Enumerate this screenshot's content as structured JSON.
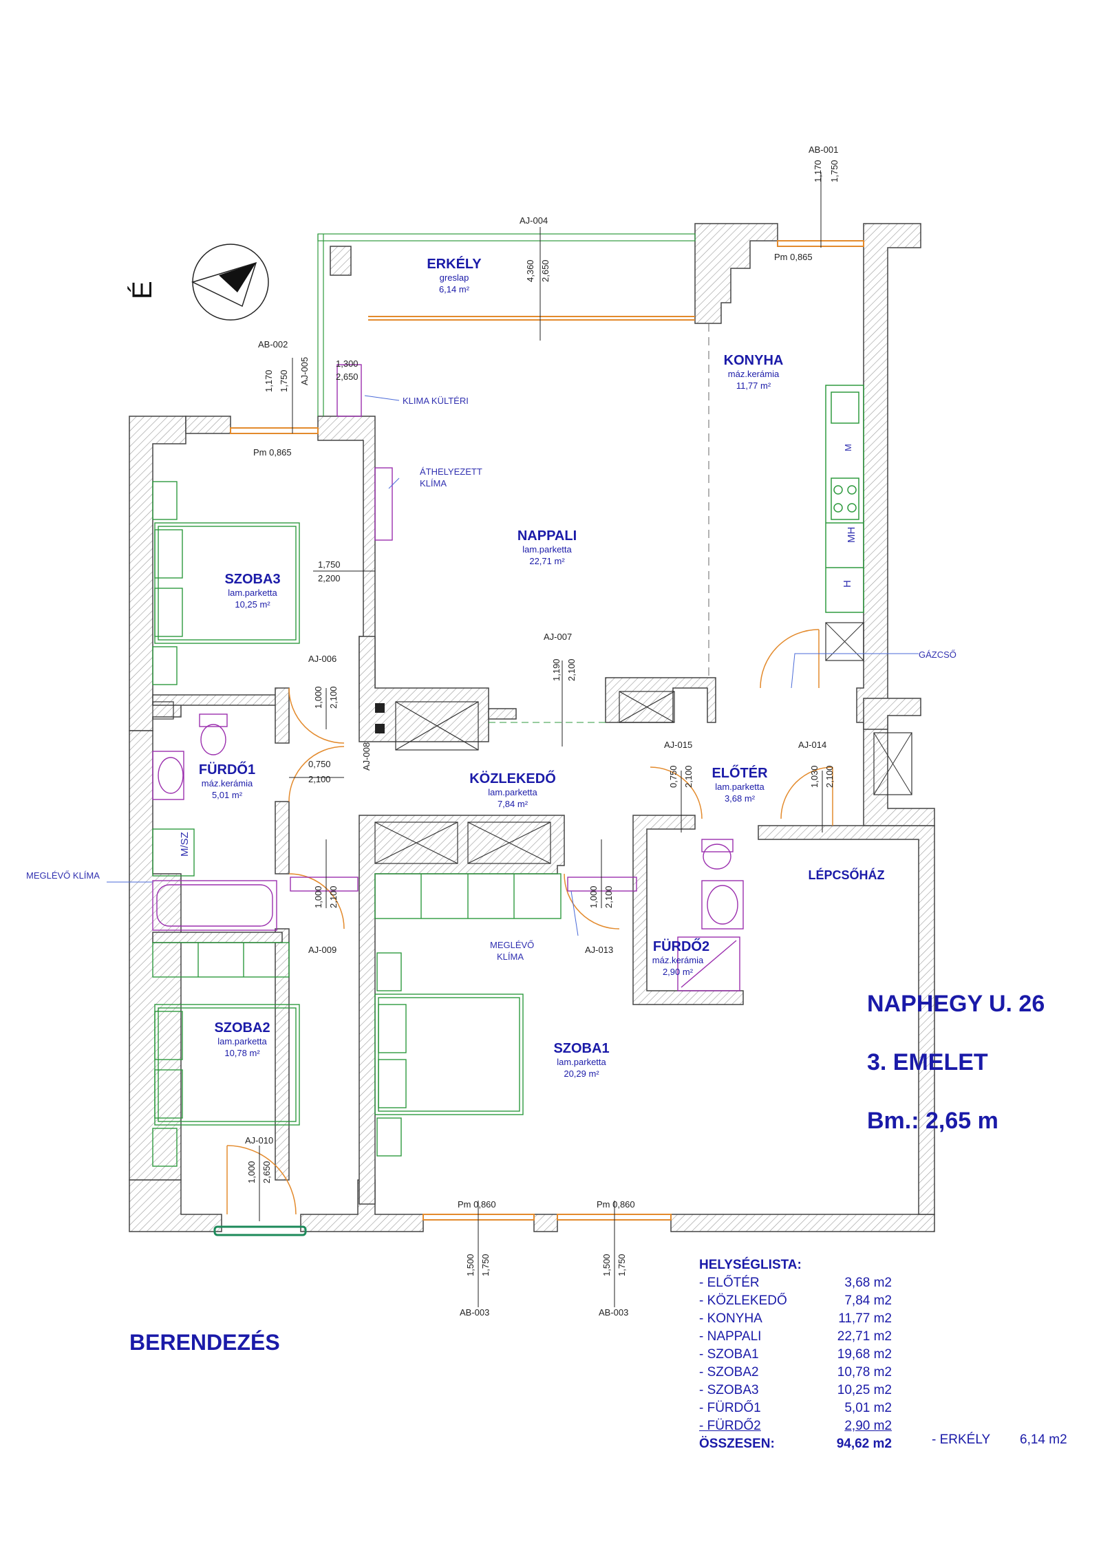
{
  "north_label": "É",
  "building": {
    "address": "NAPHEGY U. 26",
    "floor": "3. EMELET",
    "ceiling": "Bm.: 2,65 m"
  },
  "section_title": "BERENDEZÉS",
  "rooms": [
    {
      "name": "ERKÉLY",
      "floor": "greslap",
      "area": "6,14 m²"
    },
    {
      "name": "KONYHA",
      "floor": "máz.kerámia",
      "area": "11,77 m²"
    },
    {
      "name": "NAPPALI",
      "floor": "lam.parketta",
      "area": "22,71 m²"
    },
    {
      "name": "SZOBA3",
      "floor": "lam.parketta",
      "area": "10,25 m²"
    },
    {
      "name": "FÜRDŐ1",
      "floor": "máz.kerámia",
      "area": "5,01 m²"
    },
    {
      "name": "KÖZLEKEDŐ",
      "floor": "lam.parketta",
      "area": "7,84 m²"
    },
    {
      "name": "ELŐTÉR",
      "floor": "lam.parketta",
      "area": "3,68 m²"
    },
    {
      "name": "FÜRDŐ2",
      "floor": "máz.kerámia",
      "area": "2,90 m²"
    },
    {
      "name": "SZOBA2",
      "floor": "lam.parketta",
      "area": "10,78 m²"
    },
    {
      "name": "SZOBA1",
      "floor": "lam.parketta",
      "area": "20,29 m²"
    }
  ],
  "labels": {
    "lepcsohaz": "LÉPCSŐHÁZ",
    "gazcso": "GÁZCSŐ",
    "klima_kulteri": "KLIMA KÜLTÉRI",
    "athelyezett_1": "ÁTHELYEZETT",
    "athelyezett_2": "KLÍMA",
    "meglevo_klima": "MEGLÉVŐ KLÍMA",
    "meglevo_1": "MEGLÉVŐ",
    "meglevo_2": "KLÍMA",
    "msz": "M/SZ",
    "mh": "MH",
    "h": "H",
    "m": "M"
  },
  "codes": {
    "ab001": "AB-001",
    "ab002": "AB-002",
    "ab003": "AB-003",
    "aj004": "AJ-004",
    "aj005": "AJ-005",
    "aj006": "AJ-006",
    "aj007": "AJ-007",
    "aj008": "AJ-008",
    "aj009": "AJ-009",
    "aj010": "AJ-010",
    "aj013": "AJ-013",
    "aj014": "AJ-014",
    "aj015": "AJ-015"
  },
  "dims": {
    "d1170": "1,170",
    "d1750": "1,750",
    "d4360": "4,360",
    "d2650": "2,650",
    "d1300": "1,300",
    "d2200": "2,200",
    "d1000": "1,000",
    "d2100": "2,100",
    "d0750": "0,750",
    "d1190": "1,190",
    "d1500": "1,500",
    "d1030": "1,030",
    "pm0865": "Pm 0,865",
    "pm0860": "Pm 0,860"
  },
  "room_list": {
    "title": "HELYSÉGLISTA:",
    "items": [
      {
        "name": "- ELŐTÉR",
        "area": "3,68 m2"
      },
      {
        "name": "- KÖZLEKEDŐ",
        "area": "7,84 m2"
      },
      {
        "name": "- KONYHA",
        "area": "11,77 m2"
      },
      {
        "name": "- NAPPALI",
        "area": "22,71 m2"
      },
      {
        "name": "- SZOBA1",
        "area": "19,68 m2"
      },
      {
        "name": "- SZOBA2",
        "area": "10,78 m2"
      },
      {
        "name": "- SZOBA3",
        "area": "10,25 m2"
      },
      {
        "name": "- FÜRDŐ1",
        "area": "5,01 m2"
      },
      {
        "name": "- FÜRDŐ2",
        "area": "2,90 m2"
      }
    ],
    "total_label": "ÖSSZESEN:",
    "total_value": "94,62 m2",
    "extra_name": "- ERKÉLY",
    "extra_area": "6,14 m2"
  },
  "colors": {
    "wall": "#555555",
    "furniture": "#2e9a3e",
    "sanitary": "#9b2fae",
    "door": "#e38a2c",
    "text": "#1a1aa8"
  }
}
